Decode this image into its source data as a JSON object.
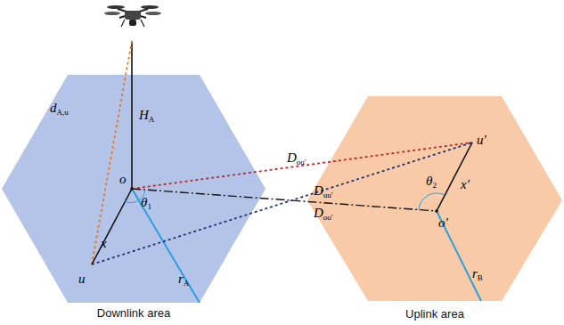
{
  "diagram": {
    "nodes": [
      {
        "text": [
          "Downlink area"
        ]
      },
      {
        "text": [
          "Uplink area"
        ]
      }
    ],
    "labels": [
      "HA",
      "dA,u",
      "o",
      "x",
      "θ1",
      "u",
      "rA",
      "Dou′",
      "Duu′",
      "Doo′",
      "u′",
      "x′",
      "θ2",
      "o′",
      "rB"
    ]
  }
}
